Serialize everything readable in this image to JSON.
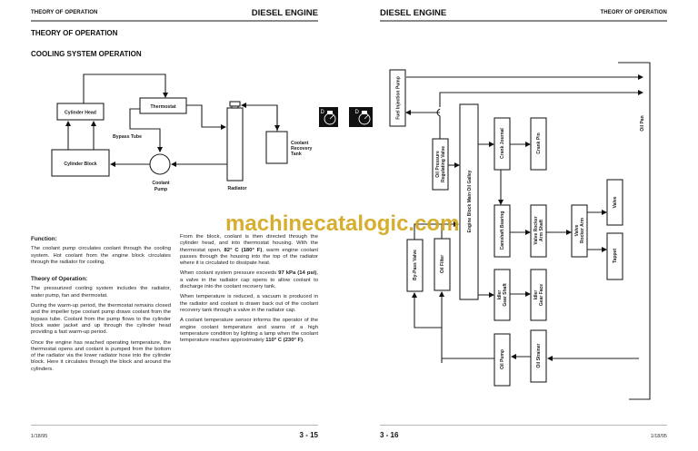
{
  "left_page": {
    "header_left": "THEORY OF OPERATION",
    "header_right": "DIESEL ENGINE",
    "title": "THEORY OF OPERATION",
    "subtitle": "COOLING SYSTEM OPERATION",
    "diagram": {
      "cylinder_head": "Cylinder Head",
      "thermostat": "Thermostat",
      "bypass_tube": "Bypass Tube",
      "cylinder_block": "Cylinder Block",
      "coolant_pump_line1": "Coolant",
      "coolant_pump_line2": "Pump",
      "radiator": "Radiator",
      "recovery_line1": "Coolant",
      "recovery_line2": "Recovery",
      "recovery_line3": "Tank",
      "icon1_letter": "D",
      "icon2_letter": "D"
    },
    "function_heading": "Function:",
    "function_text": "The coolant pump circulates coolant through the cooling system. Hot coolant from the engine block circulates through the radiator for cooling.",
    "theory_heading": "Theory of Operation:",
    "theory_p1": "The pressurized cooling system includes the radiator, water pump, fan and thermostat.",
    "theory_p2": "During the warm-up period, the thermostat remains closed and the impeller type coolant pump draws coolant from the bypass tube. Coolant from the pump flows to the cylinder block water jacket and up through the cylinder head providing a fast warm-up period.",
    "theory_p3": "Once the engine has reached operating temperature, the thermostat opens and coolant is pumped from the bottom of the radiator via the lower radiator hose into the cylinder block. Here it circulates through the block and around the cylinders.",
    "col2_p1_a": "From the block, coolant is then directed through the cylinder head, and into thermostat housing. With the thermostat open, ",
    "col2_p1_bold": "82° C (180° F)",
    "col2_p1_b": ", warm engine coolant passes through the housing into the top of the radiator where it is circulated to dissipate heat.",
    "col2_p2_a": "When coolant system pressure exceeds ",
    "col2_p2_bold": "97 kPa (14 psi)",
    "col2_p2_b": ", a valve in the radiator cap opens to allow coolant to discharge into the coolant recovery tank.",
    "col2_p3": "When temperature is reduced, a vacuum is produced in the radiator and coolant is drawn back out of the coolant recovery tank through a valve in the radiator cap.",
    "col2_p4_a": "A coolant temperature sensor informs the operator of the engine coolant temperature and warns of a high temperature condition by lighting a lamp when the coolant temperature reaches approximately ",
    "col2_p4_bold": "110° C (230° F)",
    "col2_p4_b": ".",
    "footer_date": "1/18/95",
    "footer_page": "3 - 15"
  },
  "right_page": {
    "header_left": "DIESEL ENGINE",
    "header_right": "THEORY OF OPERATION",
    "diagram": {
      "fuel_injection_pump": "Fuel Injection Pump",
      "oil_pressure_valve_line1": "Oil Pressure",
      "oil_pressure_valve_line2": "Regulating Valve",
      "main_oil_galley": "Engine Block Main Oil Galley",
      "crank_journal": "Crank Journal",
      "crank_pin": "Crank Pin",
      "camshaft_bearing": "Camshaft Bearing",
      "rocker_shaft_line1": "Valve Rocker",
      "rocker_shaft_line2": "Arm Shaft",
      "rocker_arm_line1": "Valve",
      "rocker_arm_line2": "Rocker Arm",
      "valve": "Valve",
      "tappet": "Tappet",
      "bypass_valve": "By-Pass Valve",
      "oil_filter": "Oil Filter",
      "idler_shaft_line1": "Idler",
      "idler_shaft_line2": "Gear Shaft",
      "idler_face_line1": "Idler",
      "idler_face_line2": "Gear Face",
      "oil_pump": "Oil Pump",
      "oil_strainer": "Oil Strainer",
      "oil_pan": "Oil Pan"
    },
    "footer_page": "3 - 16",
    "footer_date": "1/18/95"
  },
  "watermark": "machinecatalogic.com"
}
